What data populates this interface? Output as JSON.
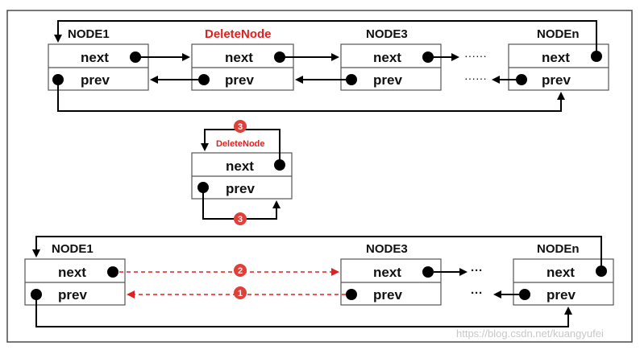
{
  "field_labels": {
    "next": "next",
    "prev": "prev"
  },
  "top_row": {
    "node1": "NODE1",
    "delete_node": "DeleteNode",
    "node3": "NODE3",
    "noden": "NODEn",
    "ellipsis_next": "······",
    "ellipsis_prev": "······"
  },
  "middle": {
    "delete_node": "DeleteNode",
    "step_top": "3",
    "step_bottom": "3"
  },
  "bottom_row": {
    "node1": "NODE1",
    "node3": "NODE3",
    "noden": "NODEn",
    "step_next": "2",
    "step_prev": "1",
    "ellipsis_next": "···",
    "ellipsis_prev": "···"
  },
  "watermark": "https://blog.csdn.net/kuangyufei",
  "colors": {
    "accent": "#e02020",
    "badge": "#e0403a",
    "line": "#000000"
  }
}
